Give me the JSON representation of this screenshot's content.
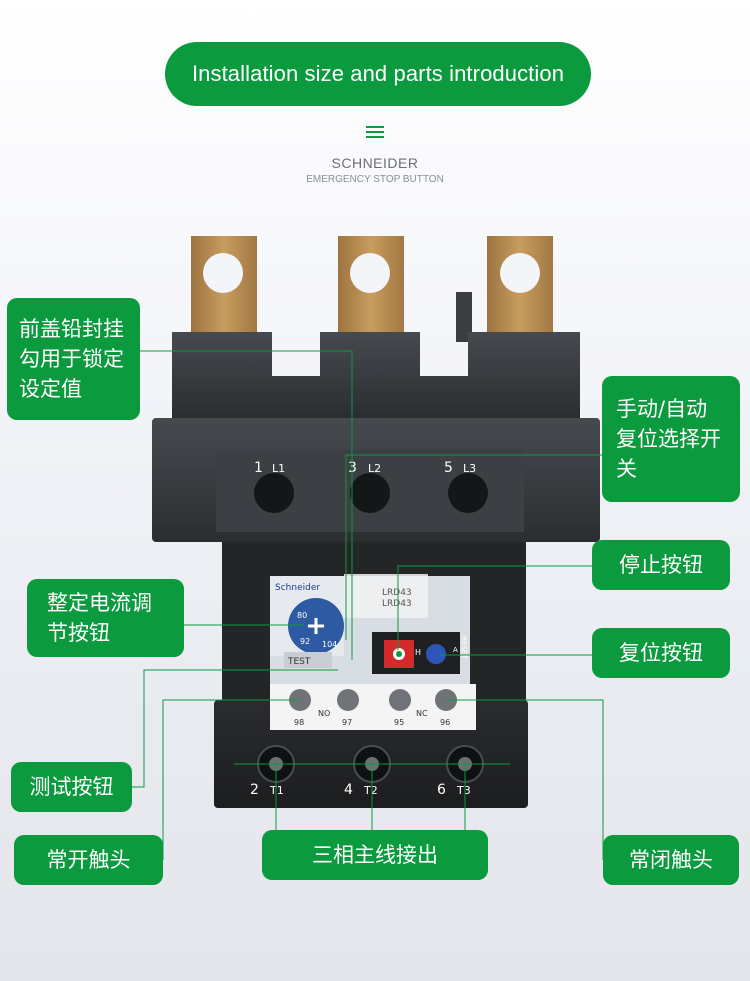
{
  "header": {
    "title": "Installation size and parts introduction",
    "brand": "SCHNEIDER",
    "subtitle": "EMERGENCY STOP BUTTON"
  },
  "colors": {
    "accent": "#0b9a3e",
    "body": "#2f3134",
    "copper": "#b98c52"
  },
  "device": {
    "terminals_top": [
      {
        "num": "1",
        "tag": "L1"
      },
      {
        "num": "3",
        "tag": "L2"
      },
      {
        "num": "5",
        "tag": "L3"
      }
    ],
    "terminals_bottom": [
      {
        "num": "2",
        "tag": "T1"
      },
      {
        "num": "4",
        "tag": "T2"
      },
      {
        "num": "6",
        "tag": "T3"
      }
    ],
    "plate_brand": "Schneider",
    "plate_model": "LRD43",
    "plate_model2": "LRD43",
    "dial_values": [
      "80",
      "92",
      "104"
    ],
    "test_label": "TEST",
    "stop_label": "H",
    "reset_a": "A",
    "reset_label": "RESET",
    "contacts": [
      "98",
      "97",
      "95",
      "96"
    ],
    "no_label": "NO",
    "nc_label": "NC"
  },
  "labels": {
    "seal_lock": "前盖铅封挂勾用于锁定设定值",
    "manual_auto": "手动/自动复位选择开关",
    "stop_button": "停止按钮",
    "setting_current": "整定电流调节按钮",
    "reset_button": "复位按钮",
    "test_button": "测试按钮",
    "normally_open": "常开触头",
    "three_phase": "三相主线接出",
    "normally_closed": "常闭触头"
  }
}
